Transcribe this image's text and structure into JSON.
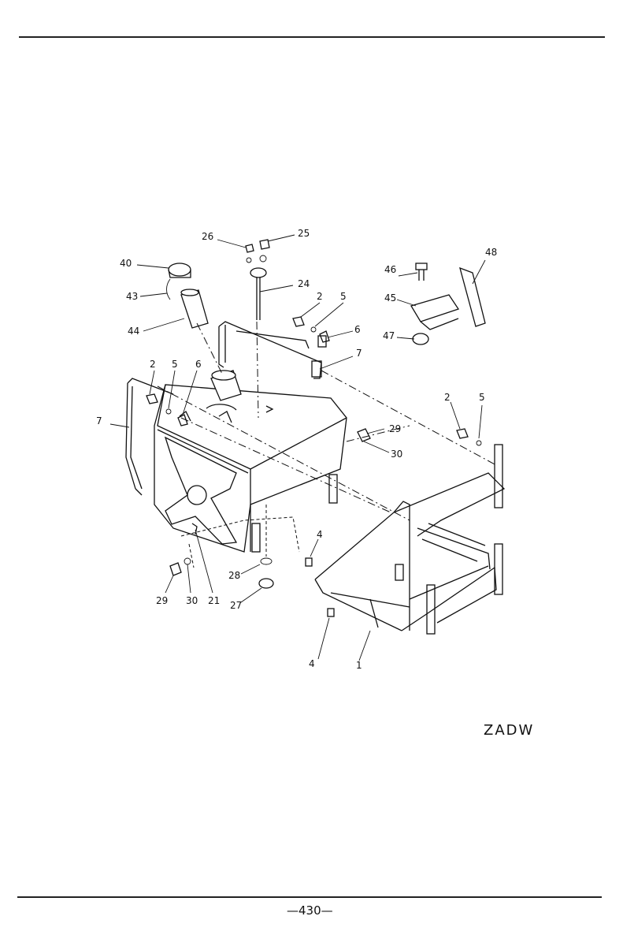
{
  "page": {
    "header_text": "",
    "diagram_code": "ZADW",
    "page_number": "—430—"
  },
  "callouts": [
    "1",
    "2",
    "2",
    "2",
    "4",
    "4",
    "5",
    "5",
    "5",
    "6",
    "6",
    "7",
    "7",
    "21",
    "24",
    "25",
    "26",
    "27",
    "28",
    "29",
    "29",
    "30",
    "30",
    "40",
    "43",
    "44",
    "45",
    "46",
    "47",
    "48"
  ]
}
